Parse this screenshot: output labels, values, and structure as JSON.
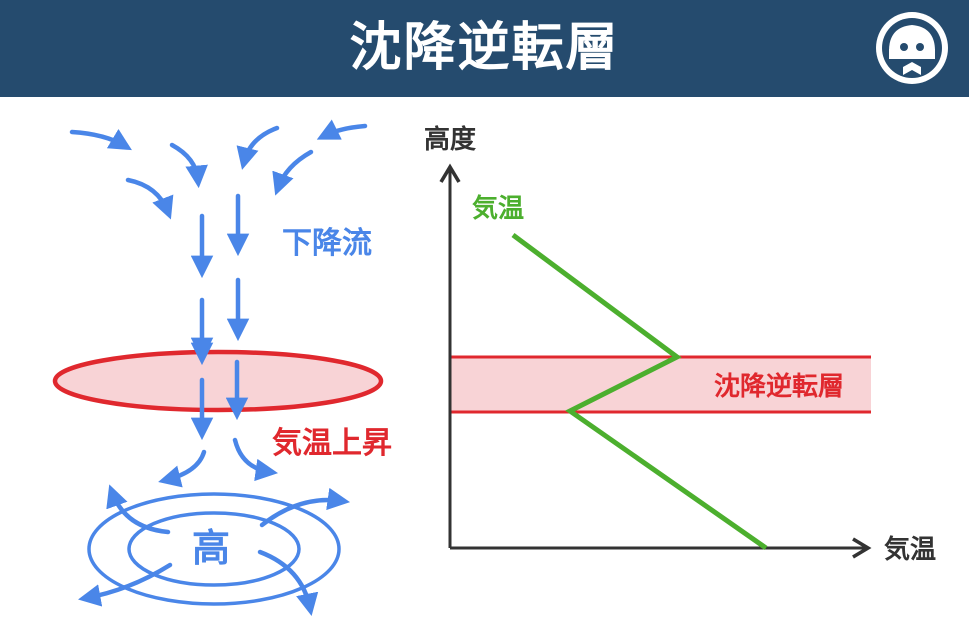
{
  "header": {
    "title": "沈降逆転層"
  },
  "left_diagram": {
    "downflow_label": "下降流",
    "warming_label": "気温上昇",
    "high_label": "高"
  },
  "right_graph": {
    "y_axis_label": "高度",
    "x_axis_label": "気温",
    "line_label": "気温",
    "layer_label": "沈降逆転層"
  },
  "colors": {
    "header_bg": "#254b6e",
    "flow_blue": "#4a86e8",
    "warm_red": "#e0282e",
    "layer_fill": "#f8d3d6",
    "temp_green": "#4caf2e",
    "axis_dark": "#333333"
  }
}
